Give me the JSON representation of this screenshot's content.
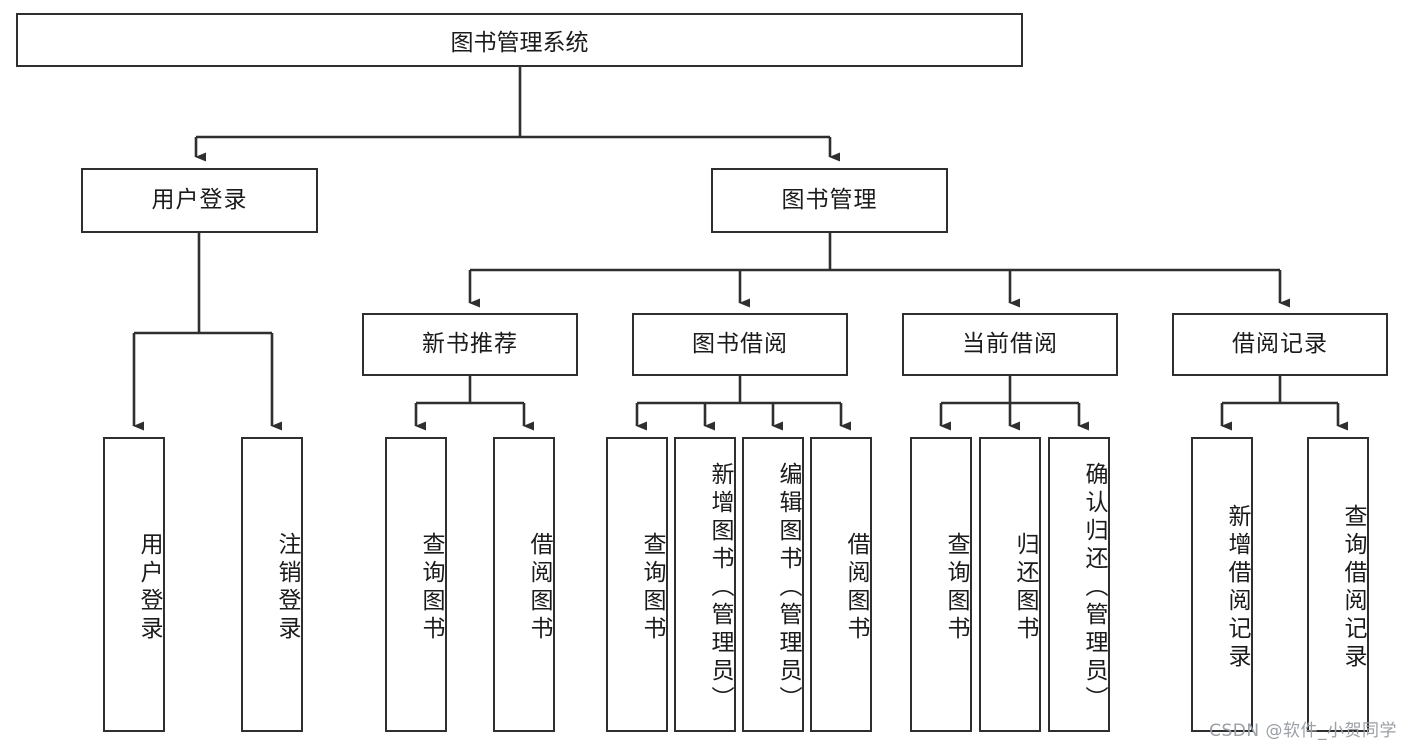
{
  "diagram": {
    "type": "tree",
    "title": "图书管理系统",
    "watermark": "CSDN @软件_小贺同学",
    "colors": {
      "stroke": "#2f2f2f",
      "fill": "#ffffff",
      "text": "#1b1b1b",
      "watermark": "#9aa0a6"
    },
    "root": {
      "label": "图书管理系统"
    },
    "level1": [
      {
        "label": "用户登录"
      },
      {
        "label": "图书管理"
      }
    ],
    "level2": [
      {
        "label": "新书推荐"
      },
      {
        "label": "图书借阅"
      },
      {
        "label": "当前借阅"
      },
      {
        "label": "借阅记录"
      }
    ],
    "leaves": {
      "user_login": [
        {
          "label": "用户登录"
        },
        {
          "label": "注销登录"
        }
      ],
      "new_book_recommend": [
        {
          "label": "查询图书"
        },
        {
          "label": "借阅图书"
        }
      ],
      "book_borrow": [
        {
          "label": "查询图书"
        },
        {
          "label": "新增图书（管理员）"
        },
        {
          "label": "编辑图书（管理员）"
        },
        {
          "label": "借阅图书"
        }
      ],
      "current_borrow": [
        {
          "label": "查询图书"
        },
        {
          "label": "归还图书"
        },
        {
          "label": "确认归还（管理员）"
        }
      ],
      "borrow_record": [
        {
          "label": "新增借阅记录"
        },
        {
          "label": "查询借阅记录"
        }
      ]
    }
  }
}
